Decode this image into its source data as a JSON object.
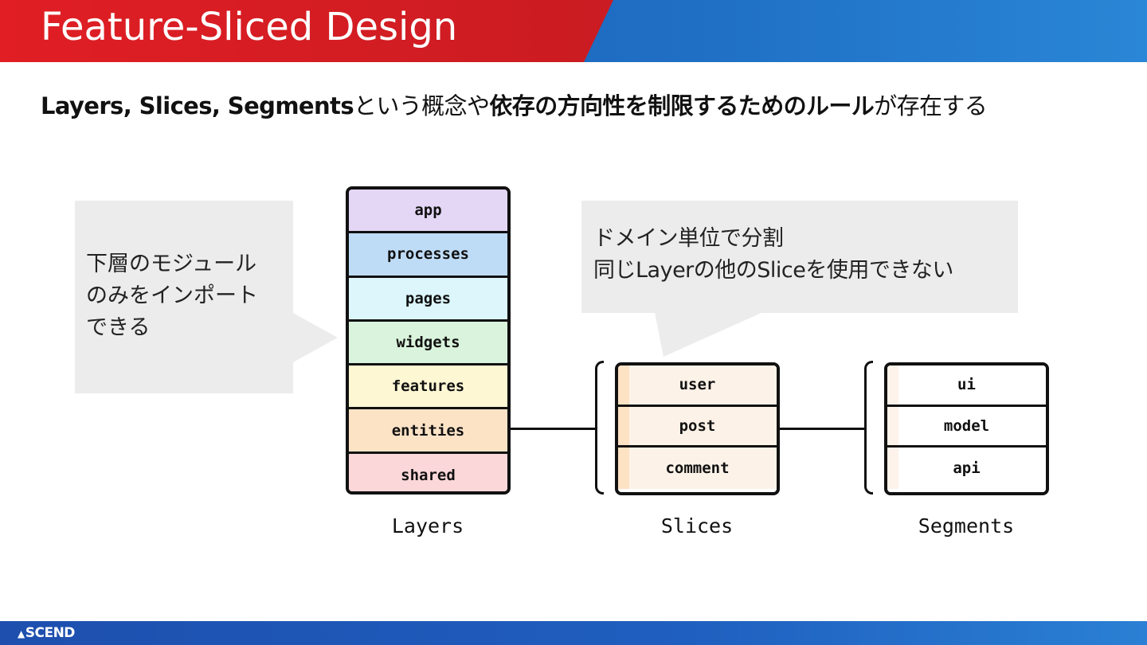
{
  "header": {
    "title": "Feature-Sliced Design"
  },
  "subtitle": {
    "part1": "Layers, Slices, Segments",
    "part2": "という概念や",
    "part3": "依存の方向性を制限するためのルール",
    "part4": "が存在する"
  },
  "callouts": {
    "left": {
      "lines": [
        "下層のモジュール",
        "のみをインポート",
        "できる"
      ]
    },
    "right": {
      "lines": [
        "ドメイン単位で分割",
        "同じLayerの他のSliceを使用できない"
      ]
    }
  },
  "layers": {
    "caption": "Layers",
    "items": [
      {
        "label": "app",
        "color": "#e3d7f5"
      },
      {
        "label": "processes",
        "color": "#bfdcf7"
      },
      {
        "label": "pages",
        "color": "#dcf6fb"
      },
      {
        "label": "widgets",
        "color": "#d9f3dc"
      },
      {
        "label": "features",
        "color": "#fdf7d4"
      },
      {
        "label": "entities",
        "color": "#fde3c6"
      },
      {
        "label": "shared",
        "color": "#fbd7da"
      }
    ]
  },
  "slices": {
    "caption": "Slices",
    "items": [
      "user",
      "post",
      "comment"
    ]
  },
  "segments": {
    "caption": "Segments",
    "items": [
      "ui",
      "model",
      "api"
    ]
  },
  "footer": {
    "logo": "SCEND",
    "logo_mark": "▲"
  }
}
